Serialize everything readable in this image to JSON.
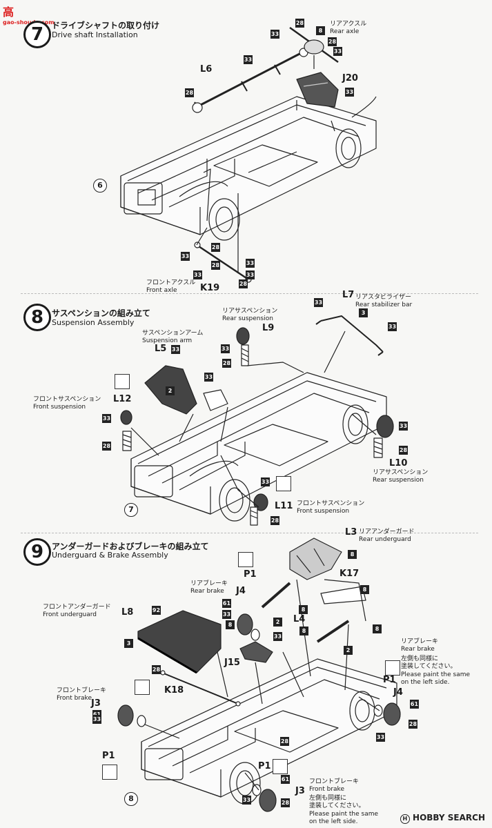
{
  "watermark_top": {
    "text": "高",
    "sub": "gao-shoudu.com"
  },
  "watermark_bottom": "HOBBY SEARCH",
  "steps": [
    {
      "num": "7",
      "title_jp": "ドライブシャフトの取り付け",
      "title_en": "Drive shaft Installation"
    },
    {
      "num": "8",
      "title_jp": "サスペンションの組み立て",
      "title_en": "Suspension Assembly"
    },
    {
      "num": "9",
      "title_jp": "アンダーガードおよびブレーキの組み立て",
      "title_en": "Underguard & Brake Assembly"
    }
  ],
  "step7": {
    "rear_axle_jp": "リアアクスル",
    "rear_axle_en": "Rear axle",
    "front_axle_jp": "フロントアクスル",
    "front_axle_en": "Front axle",
    "parts": [
      "L6",
      "J20",
      "K19"
    ],
    "ref": "6",
    "nums": [
      "28",
      "33",
      "8",
      "33",
      "28",
      "33",
      "33",
      "28",
      "33",
      "33",
      "28",
      "33",
      "28",
      "33",
      "28"
    ]
  },
  "step8": {
    "rear_stab_jp": "リアスタビライザー",
    "rear_stab_en": "Rear stabilizer bar",
    "rear_susp_jp": "リアサスペンション",
    "rear_susp_en": "Rear suspension",
    "susp_arm_jp": "サスペンションアーム",
    "susp_arm_en": "Suspension arm",
    "front_susp_jp": "フロントサスペンション",
    "front_susp_en": "Front suspension",
    "parts": [
      "L7",
      "L9",
      "L5",
      "L12",
      "L10",
      "L11"
    ],
    "ref": "7",
    "nums": [
      "33",
      "3",
      "33",
      "33",
      "28",
      "33",
      "2",
      "33",
      "33",
      "28",
      "33",
      "28",
      "33",
      "28"
    ]
  },
  "step9": {
    "rear_ug_jp": "リアアンダーガード",
    "rear_ug_en": "Rear underguard",
    "rear_brake_jp": "リアブレーキ",
    "rear_brake_en": "Rear brake",
    "front_ug_jp": "フロントアンダーガード",
    "front_ug_en": "Front underguard",
    "front_brake_jp": "フロントブレーキ",
    "front_brake_en": "Front brake",
    "paint_note_jp_1": "左側も同様に",
    "paint_note_jp_2": "塗装してください。",
    "paint_note_en_1": "Please paint the same",
    "paint_note_en_2": "on the left side.",
    "parts": [
      "L3",
      "P1",
      "J4",
      "K17",
      "L8",
      "L4",
      "J15",
      "K18",
      "J3",
      "P1",
      "J4",
      "P1",
      "J3"
    ],
    "ref": "8",
    "nums": [
      "8",
      "61",
      "33",
      "8",
      "2",
      "8",
      "8",
      "92",
      "3",
      "33",
      "2",
      "28",
      "61",
      "33",
      "28",
      "61",
      "33",
      "28",
      "8",
      "8",
      "61",
      "33",
      "28"
    ]
  }
}
